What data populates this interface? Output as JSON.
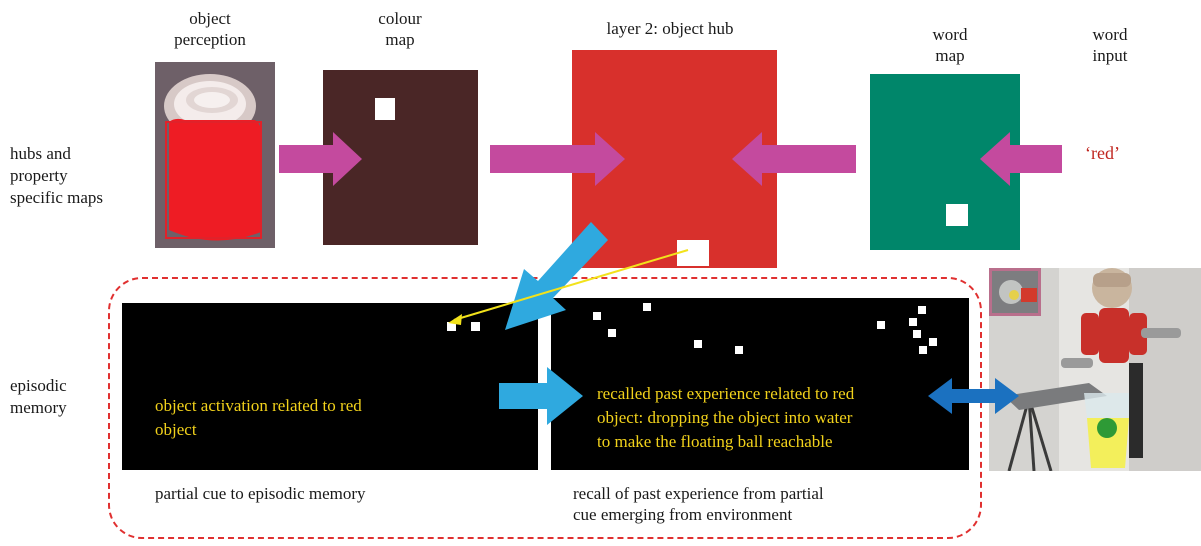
{
  "labels": {
    "object_perception": "object\nperception",
    "colour_map": "colour\nmap",
    "object_hub": "layer 2: object hub",
    "word_map": "word\nmap",
    "word_input": "word\ninput",
    "red_word": "‘red’",
    "hubs_and_maps": "hubs and\nproperty\nspecific maps",
    "episodic_memory": "episodic\nmemory",
    "activation_text": "object activation related to red\nobject",
    "recalled_text": "recalled past experience related to red\nobject: dropping the object into water\nto make the floating ball reachable",
    "partial_cue": "partial cue to episodic memory",
    "recall_caption": "recall of past experience from partial\ncue emerging from environment"
  },
  "colors": {
    "colour_map": "#4a2626",
    "object_hub": "#d8302c",
    "word_map": "#00866a",
    "magenta_arrow": "#c44a9e",
    "blue_arrow": "#2fa9df",
    "dark_blue_arrow": "#1b71c0",
    "dashed_border": "#e03030",
    "memory_panel": "#000000",
    "yellow_text": "#f2d21b",
    "red_word": "#c0261f"
  }
}
